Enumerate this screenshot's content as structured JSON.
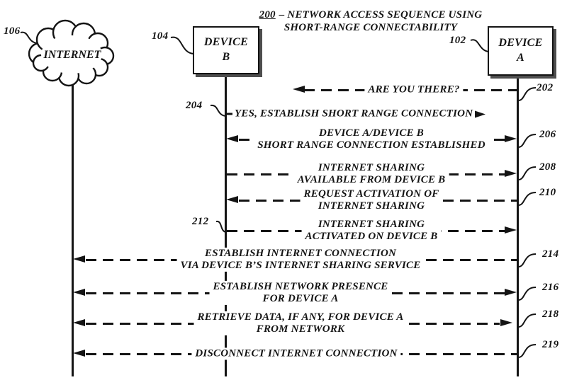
{
  "figure": {
    "title_ref": "200",
    "title_line1": "– NETWORK ACCESS SEQUENCE USING",
    "title_line2": "SHORT-RANGE CONNECTABILITY"
  },
  "actors": {
    "internet": {
      "ref": "106",
      "label": "INTERNET"
    },
    "device_b": {
      "ref": "104",
      "name_line1": "DEVICE",
      "name_line2": "B"
    },
    "device_a": {
      "ref": "102",
      "name_line1": "DEVICE",
      "name_line2": "A"
    }
  },
  "messages": [
    {
      "ref": "202",
      "line1": "ARE YOU THERE?",
      "line2": "",
      "arrow": "left"
    },
    {
      "ref": "204",
      "line1": "YES, ESTABLISH SHORT RANGE CONNECTION",
      "line2": "",
      "arrow": "right"
    },
    {
      "ref": "206",
      "line1": "DEVICE A/DEVICE B",
      "line2": "SHORT RANGE CONNECTION ESTABLISHED",
      "arrow": "both"
    },
    {
      "ref": "208",
      "line1": "INTERNET SHARING",
      "line2": "AVAILABLE FROM DEVICE B",
      "arrow": "right"
    },
    {
      "ref": "210",
      "line1": "REQUEST ACTIVATION OF",
      "line2": "INTERNET SHARING",
      "arrow": "left"
    },
    {
      "ref": "212",
      "line1": "INTERNET SHARING",
      "line2": "ACTIVATED ON DEVICE B",
      "arrow": "right"
    },
    {
      "ref": "214",
      "line1": "ESTABLISH INTERNET CONNECTION",
      "line2": "VIA DEVICE B’S INTERNET SHARING SERVICE",
      "arrow": "left"
    },
    {
      "ref": "216",
      "line1": "ESTABLISH NETWORK PRESENCE",
      "line2": "FOR DEVICE A",
      "arrow": "both"
    },
    {
      "ref": "218",
      "line1": "RETRIEVE DATA, IF ANY, FOR DEVICE A",
      "line2": "FROM NETWORK",
      "arrow": "both"
    },
    {
      "ref": "219",
      "line1": "DISCONNECT INTERNET CONNECTION",
      "line2": "",
      "arrow": "left"
    }
  ],
  "colors": {
    "ink": "#141414",
    "background": "#ffffff"
  }
}
